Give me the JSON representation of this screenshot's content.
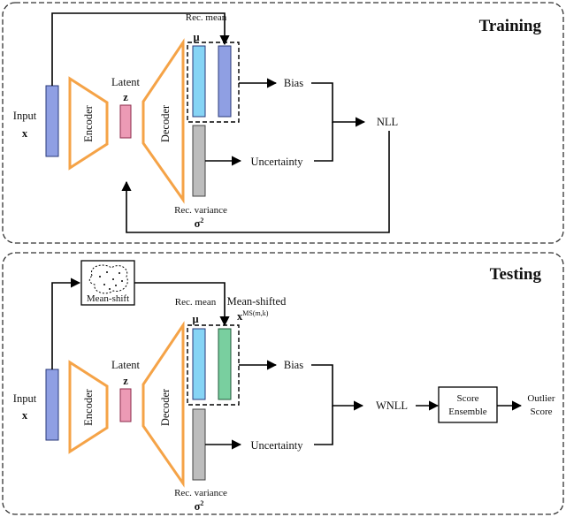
{
  "training": {
    "title": "Training",
    "input_label": "Input",
    "input_symbol": "x",
    "encoder_label": "Encoder",
    "latent_label": "Latent",
    "latent_symbol": "z",
    "decoder_label": "Decoder",
    "rec_mean_label": "Rec. mean",
    "mu_symbol": "μ",
    "rec_variance_label": "Rec. variance",
    "sigma_symbol": "σ",
    "sigma_exp": "2",
    "bias_label": "Bias",
    "uncertainty_label": "Uncertainty",
    "nll_label": "NLL"
  },
  "testing": {
    "title": "Testing",
    "input_label": "Input",
    "input_symbol": "x",
    "encoder_label": "Encoder",
    "latent_label": "Latent",
    "latent_symbol": "z",
    "decoder_label": "Decoder",
    "mean_shift_label": "Mean-shift",
    "rec_mean_label": "Rec. mean",
    "mu_symbol": "μ",
    "mean_shifted_label": "Mean-shifted",
    "ms_symbol": "x",
    "ms_superscript": "MS(m,k)",
    "rec_variance_label": "Rec. variance",
    "sigma_symbol": "σ",
    "sigma_exp": "2",
    "bias_label": "Bias",
    "uncertainty_label": "Uncertainty",
    "wnll_label": "WNLL",
    "score_ensemble_line1": "Score",
    "score_ensemble_line2": "Ensemble",
    "outlier_line1": "Outlier",
    "outlier_line2": "Score"
  },
  "colors": {
    "input": "#8f9fe3",
    "encoder_decoder": "#f5a347",
    "latent": "#ec9ab5",
    "mu": "#86d4f5",
    "rec": "#8f9fe3",
    "ms": "#79cf9f",
    "variance": "#bdbdbd"
  }
}
